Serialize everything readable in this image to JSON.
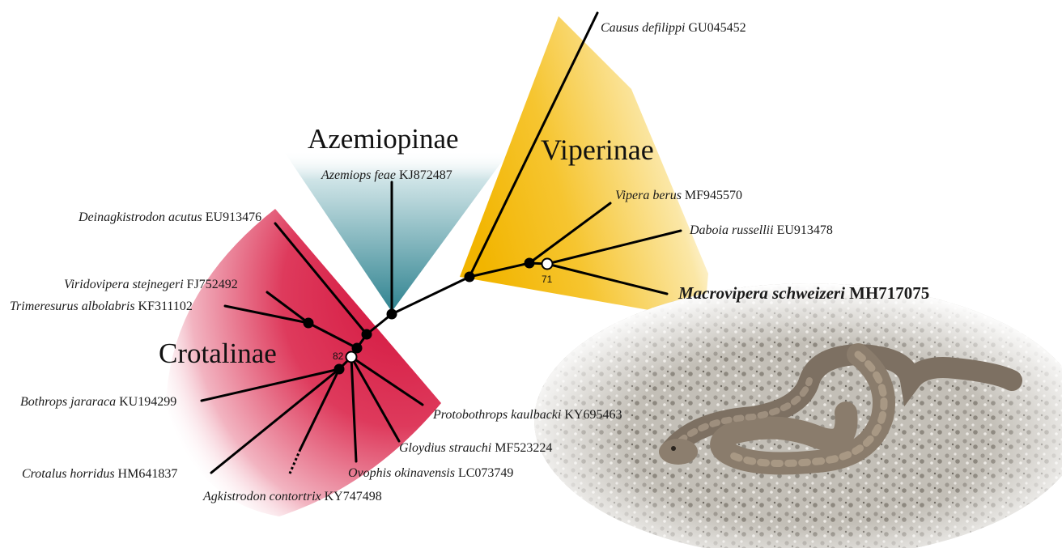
{
  "clades": {
    "azemiopinae": "Azemiopinae",
    "viperinae": "Viperinae",
    "crotalinae": "Crotalinae"
  },
  "tips": {
    "causus": {
      "genus_species": "Causus defilippi",
      "accession": "GU045452"
    },
    "azemiops": {
      "genus_species": "Azemiops feae",
      "accession": "KJ872487"
    },
    "vipera": {
      "genus_species": "Vipera berus",
      "accession": "MF945570"
    },
    "daboia": {
      "genus_species": "Daboia russellii",
      "accession": "EU913478"
    },
    "macrovipera": {
      "genus_species": "Macrovipera schweizeri",
      "accession": "MH717075"
    },
    "deinagkistrodon": {
      "genus_species": "Deinagkistrodon acutus",
      "accession": "EU913476"
    },
    "viridovipera": {
      "genus_species": "Viridovipera stejnegeri",
      "accession": "FJ752492"
    },
    "trimeresurus": {
      "genus_species": "Trimeresurus albolabris",
      "accession": "KF311102"
    },
    "bothrops": {
      "genus_species": "Bothrops jararaca",
      "accession": "KU194299"
    },
    "protobothrops": {
      "genus_species": "Protobothrops kaulbacki",
      "accession": "KY695463"
    },
    "gloydius": {
      "genus_species": "Gloydius strauchi",
      "accession": "MF523224"
    },
    "ovophis": {
      "genus_species": "Ovophis okinavensis",
      "accession": "LC073749"
    },
    "crotalus": {
      "genus_species": "Crotalus horridus",
      "accession": "HM641837"
    },
    "agkistrodon": {
      "genus_species": "Agkistrodon contortrix",
      "accession": "KY747498"
    }
  },
  "support_values": {
    "viperinae_node": "71",
    "crotalinae_node": "82"
  },
  "colors": {
    "azemiopinae": "#3a8e99",
    "viperinae": "#f0b400",
    "crotalinae": "#d4163f",
    "branch": "#000000"
  },
  "photo": {
    "subject": "snake-photo"
  }
}
